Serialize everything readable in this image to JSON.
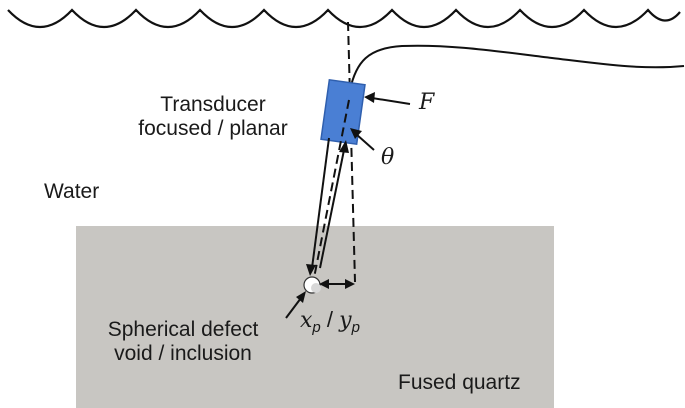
{
  "labels": {
    "transducer_line1": "Transducer",
    "transducer_line2": "focused / planar",
    "water": "Water",
    "focal_symbol": "F",
    "angle_symbol": "θ",
    "defect_line1": "Spherical defect",
    "defect_line2": "void / inclusion",
    "offset_x": "x",
    "offset_x_sub": "p",
    "offset_sep": "/ ",
    "offset_y": "y",
    "offset_y_sub": "p",
    "material": "Fused quartz"
  },
  "colors": {
    "quartz_block": "#c8c6c2",
    "transducer": "#4a7fd4",
    "transducer_edge": "#2f5fae",
    "line": "#111111"
  }
}
